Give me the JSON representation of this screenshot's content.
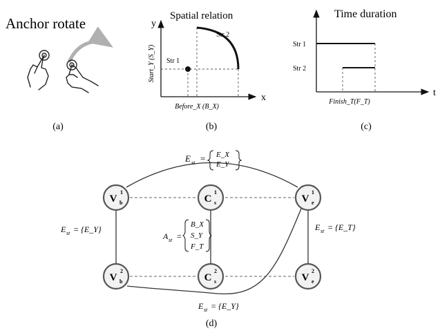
{
  "panel_a": {
    "title": "Anchor rotate",
    "caption": "(a)",
    "icons": [
      "hand-anchor-icon",
      "hand-rotate-icon",
      "rotate-arrow-icon"
    ]
  },
  "panel_b": {
    "title": "Spatial relation",
    "y_axis": "y",
    "x_axis": "x",
    "y_label": "Start_Y (S_Y)",
    "x_label": "Before_X (B_X)",
    "str1": "Str 1",
    "str2": "Str 2",
    "caption": "(b)"
  },
  "panel_c": {
    "title": "Time duration",
    "t_axis": "t",
    "x_label": "Finish_T(F_T)",
    "str1": "Str 1",
    "str2": "Str 2",
    "caption": "(c)"
  },
  "panel_d": {
    "caption": "(d)",
    "edge_top": {
      "lhs": "E",
      "sub": "st",
      "eq": "=",
      "items": [
        "E_X",
        "E_Y"
      ]
    },
    "edge_left": {
      "lhs": "E",
      "sub": "st",
      "rhs": "= {E_Y}"
    },
    "edge_right": {
      "lhs": "E",
      "sub": "st",
      "rhs": "= {E_T}"
    },
    "edge_bottom": {
      "lhs": "E",
      "sub": "st",
      "rhs": "= {E_Y}"
    },
    "attr_mid": {
      "lhs": "A",
      "sub": "st",
      "eq": "=",
      "items": [
        "B_X",
        "S_Y",
        "F_T"
      ]
    },
    "nodes": [
      {
        "id": "vb1",
        "base": "V",
        "sub": "b",
        "sup": "1"
      },
      {
        "id": "cs1",
        "base": "C",
        "sub": "s",
        "sup": "1"
      },
      {
        "id": "ve1",
        "base": "V",
        "sub": "e",
        "sup": "1"
      },
      {
        "id": "vb2",
        "base": "V",
        "sub": "b",
        "sup": "2"
      },
      {
        "id": "cs2",
        "base": "C",
        "sub": "s",
        "sup": "2"
      },
      {
        "id": "ve2",
        "base": "V",
        "sub": "e",
        "sup": "2"
      }
    ]
  },
  "colors": {
    "ink": "#111111",
    "node_fill": "#f2f2f2",
    "arrow_gray": "#b0b0b0"
  }
}
